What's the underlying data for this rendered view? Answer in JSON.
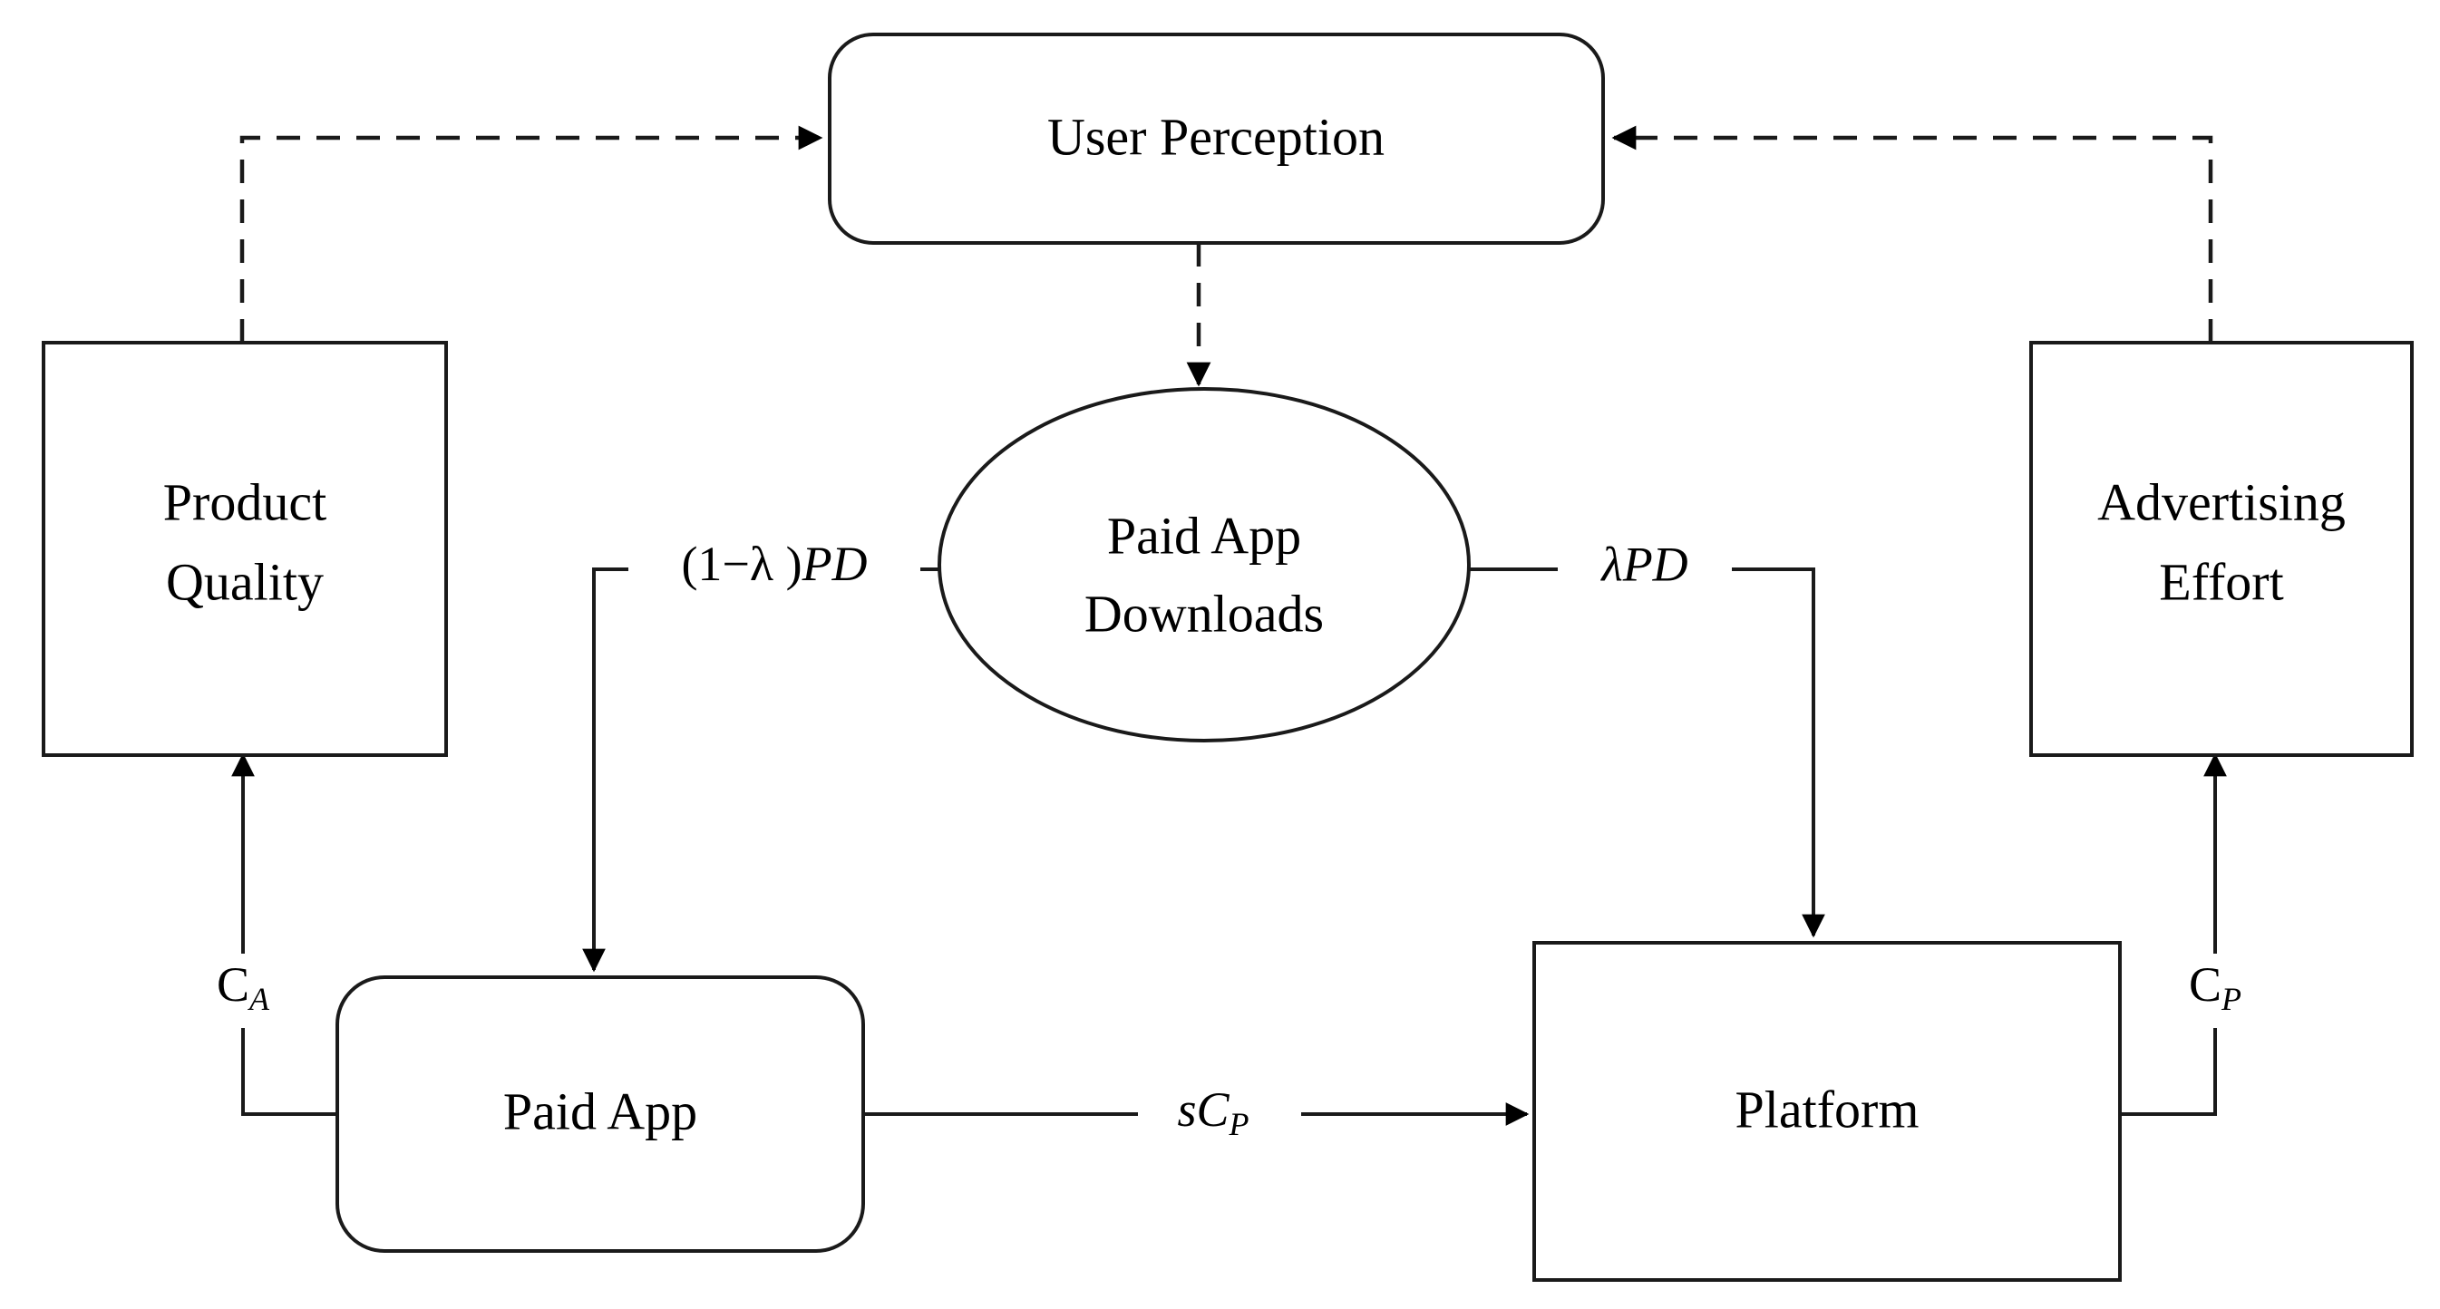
{
  "diagram": {
    "title": "Paid app platform interaction flow diagram",
    "background_color": "#ffffff",
    "stroke_color": "#1a1a1a",
    "nodes": {
      "user_perception": {
        "label": "User Perception",
        "shape": "rounded-rectangle"
      },
      "product_quality": {
        "label_line1": "Product",
        "label_line2": "Quality",
        "shape": "rectangle"
      },
      "advertising_effort": {
        "label_line1": "Advertising",
        "label_line2": "Effort",
        "shape": "rectangle"
      },
      "paid_app_downloads": {
        "label_line1": "Paid App",
        "label_line2": "Downloads",
        "shape": "ellipse"
      },
      "paid_app": {
        "label": "Paid App",
        "shape": "rounded-rectangle"
      },
      "platform": {
        "label": "Platform",
        "shape": "rectangle"
      }
    },
    "edge_labels": {
      "one_minus_lambda_pd": {
        "prefix": "(1−λ )",
        "italic": "PD",
        "full": "(1−λ )PD"
      },
      "lambda_pd": {
        "italic": "λPD",
        "full": "λPD"
      },
      "cost_a": {
        "base": "C",
        "subscript": "A",
        "full": "CA"
      },
      "cost_p": {
        "base": "C",
        "subscript": "P",
        "full": "CP"
      },
      "s_cost_p": {
        "prefix": "s",
        "base": "C",
        "subscript": "P",
        "full": "sCP"
      }
    },
    "edges": [
      {
        "name": "product-quality-to-user-perception",
        "style": "dashed",
        "arrow": true
      },
      {
        "name": "advertising-effort-to-user-perception",
        "style": "dashed",
        "arrow": true
      },
      {
        "name": "user-perception-to-paid-app-downloads",
        "style": "dashed",
        "arrow": true
      },
      {
        "name": "paid-app-downloads-to-paid-app",
        "style": "solid",
        "arrow": true
      },
      {
        "name": "paid-app-downloads-to-platform",
        "style": "solid",
        "arrow": true
      },
      {
        "name": "paid-app-to-product-quality",
        "style": "solid",
        "arrow": true
      },
      {
        "name": "paid-app-to-platform",
        "style": "solid",
        "arrow": true
      },
      {
        "name": "platform-to-advertising-effort",
        "style": "solid",
        "arrow": true
      }
    ]
  }
}
